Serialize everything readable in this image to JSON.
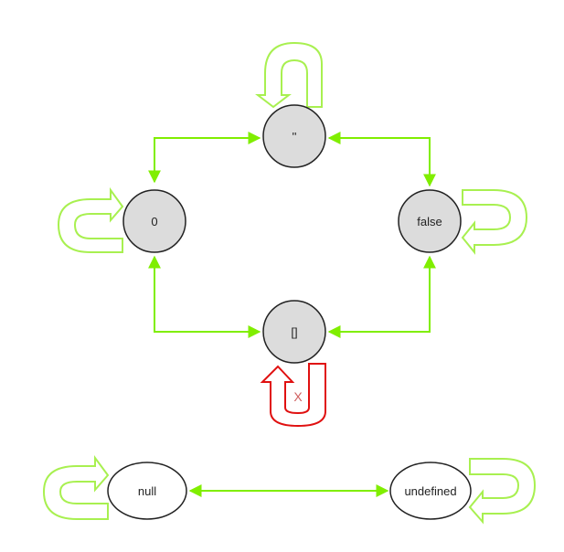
{
  "colors": {
    "edge": "#80ee00",
    "loop": "#a8f050",
    "loop_fill": "#ffffff",
    "forbidden_loop": "#e01010",
    "circle_fill": "#dcdcdc",
    "circle_stroke": "#222222",
    "ellipse_fill": "#ffffff"
  },
  "nodes": {
    "empty_string": {
      "label": "''"
    },
    "zero": {
      "label": "0"
    },
    "false_value": {
      "label": "false"
    },
    "empty_array": {
      "label": "[]"
    },
    "null_value": {
      "label": "null"
    },
    "undefined_value": {
      "label": "undefined"
    }
  },
  "forbidden_mark": "X"
}
